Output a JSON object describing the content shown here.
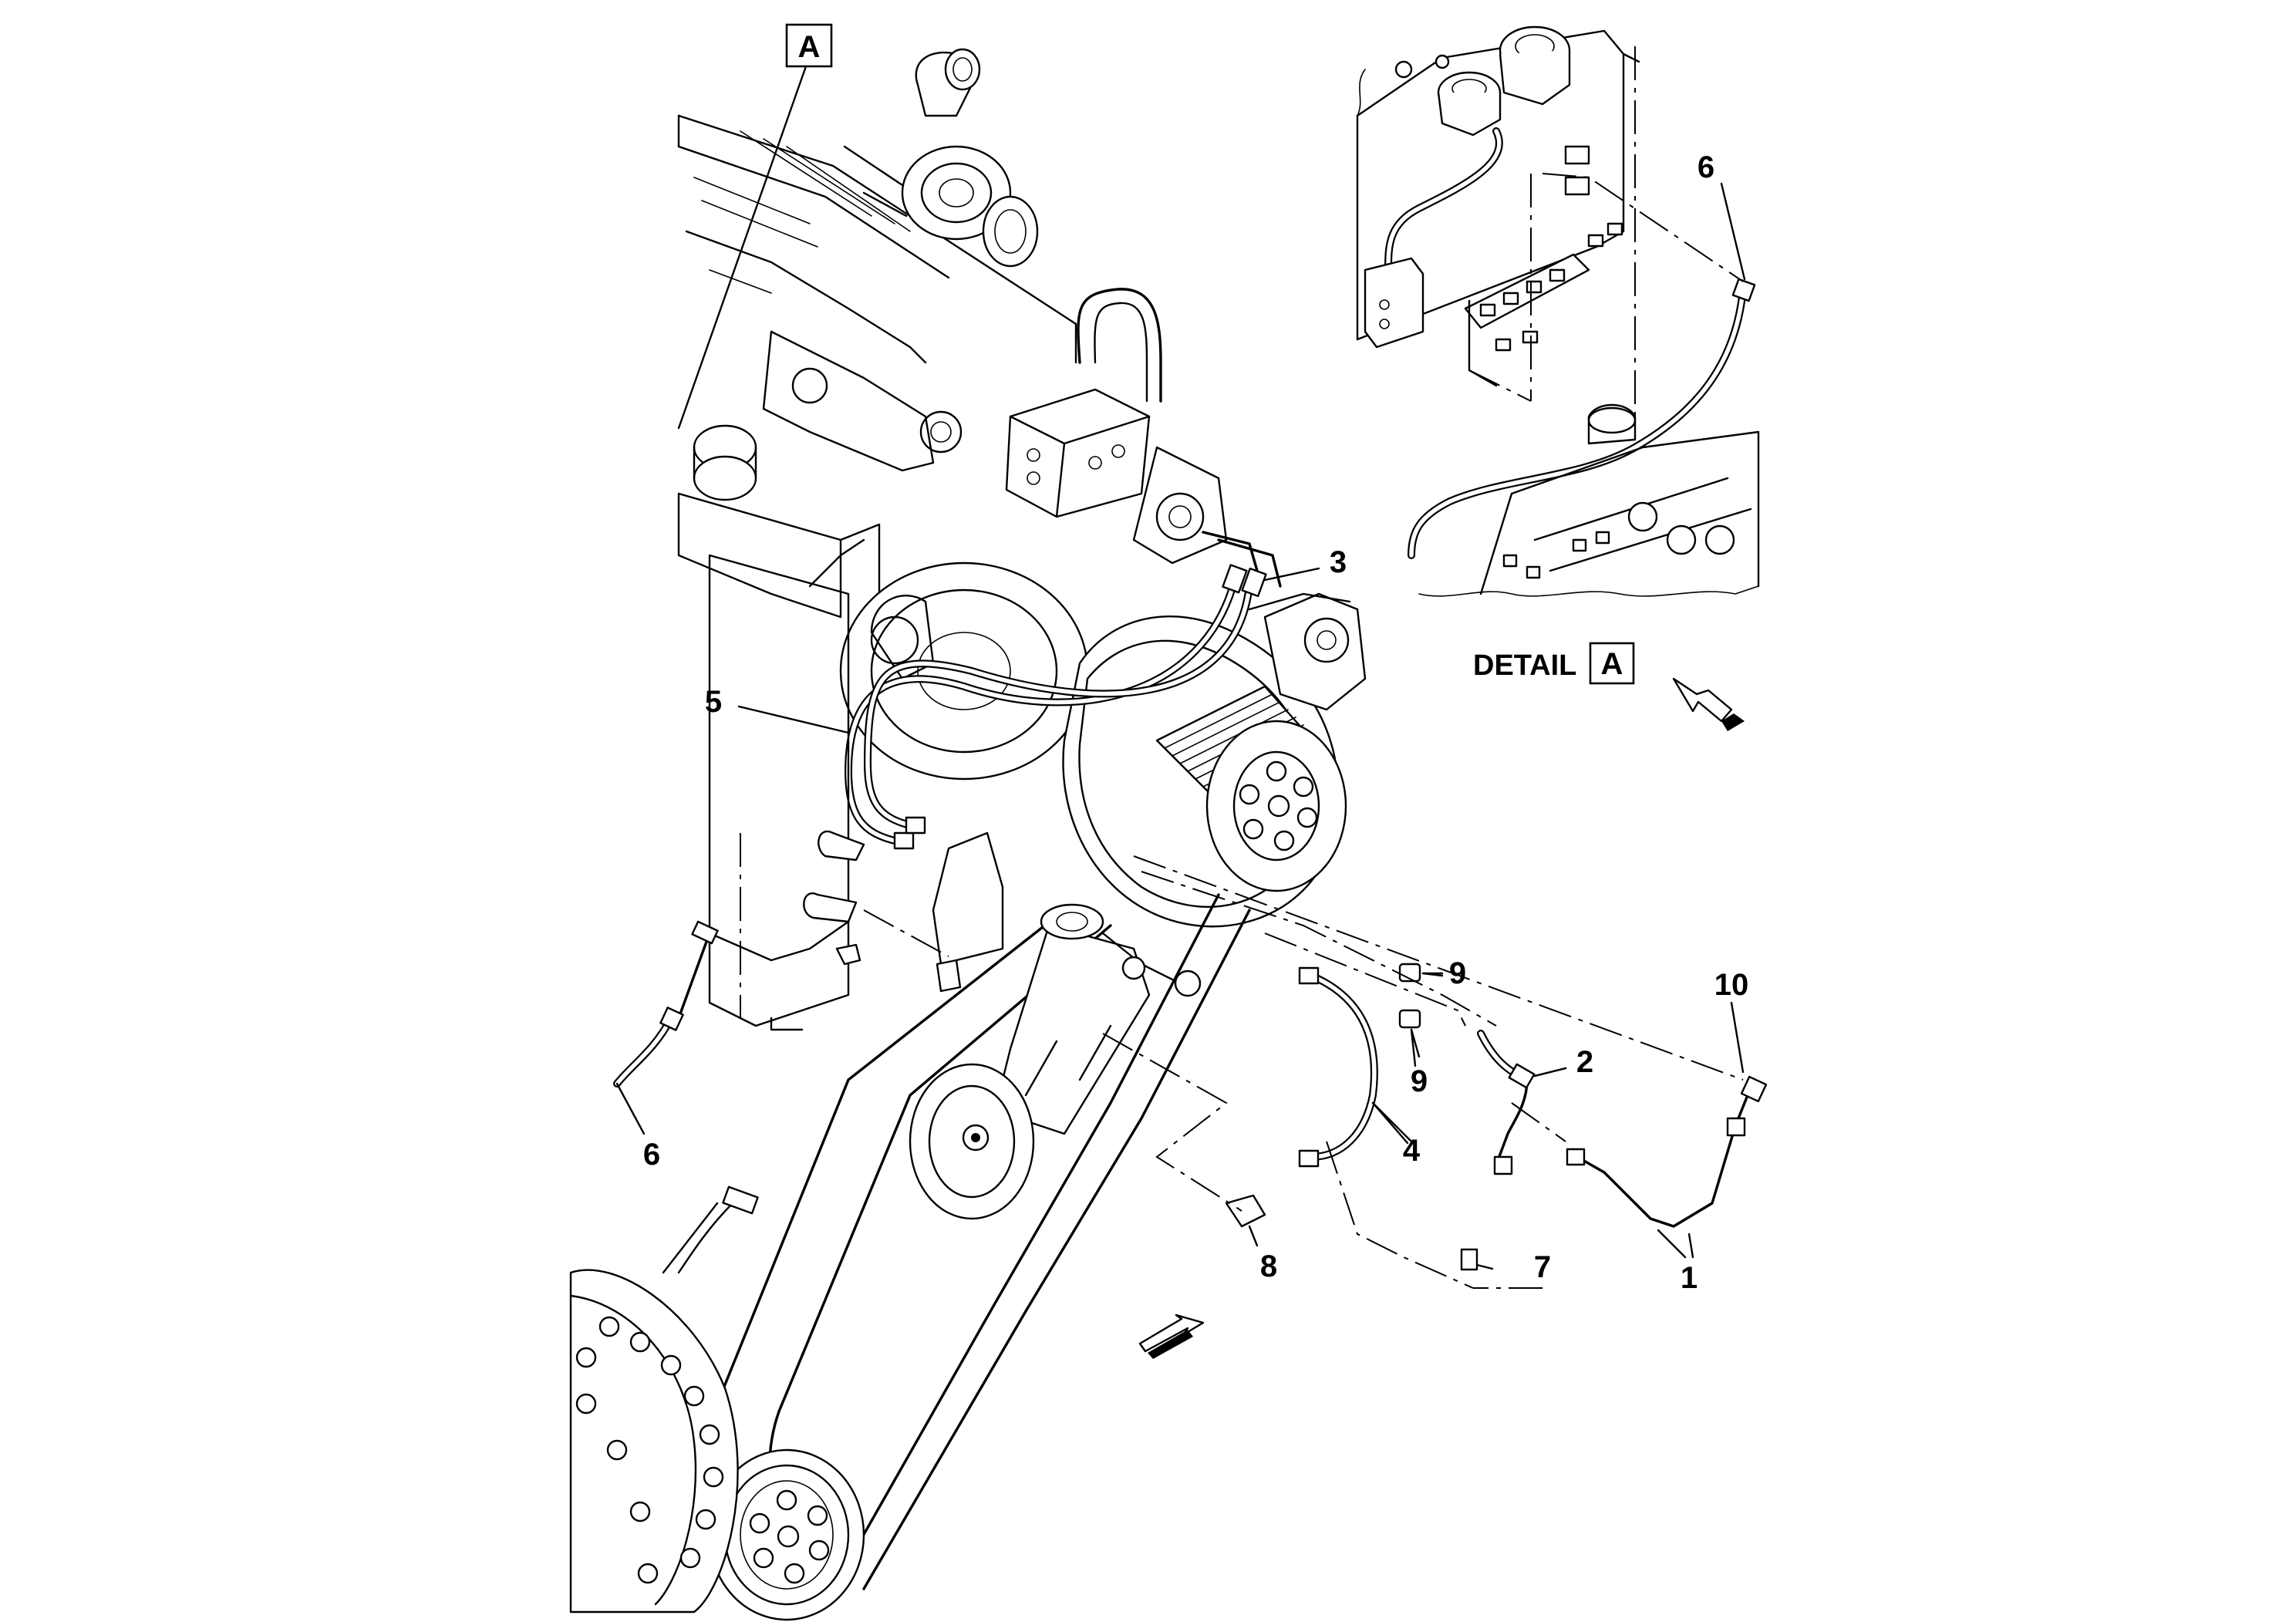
{
  "view_marker": {
    "letter": "A"
  },
  "detail": {
    "word": "DETAIL",
    "letter": "A"
  },
  "callouts": [
    {
      "id": "c1",
      "text": "1"
    },
    {
      "id": "c2",
      "text": "2"
    },
    {
      "id": "c3",
      "text": "3"
    },
    {
      "id": "c4",
      "text": "4"
    },
    {
      "id": "c5",
      "text": "5"
    },
    {
      "id": "c6a",
      "text": "6"
    },
    {
      "id": "c6b",
      "text": "6"
    },
    {
      "id": "c7",
      "text": "7"
    },
    {
      "id": "c8",
      "text": "8"
    },
    {
      "id": "c9a",
      "text": "9"
    },
    {
      "id": "c9b",
      "text": "9"
    },
    {
      "id": "c10",
      "text": "10"
    }
  ]
}
